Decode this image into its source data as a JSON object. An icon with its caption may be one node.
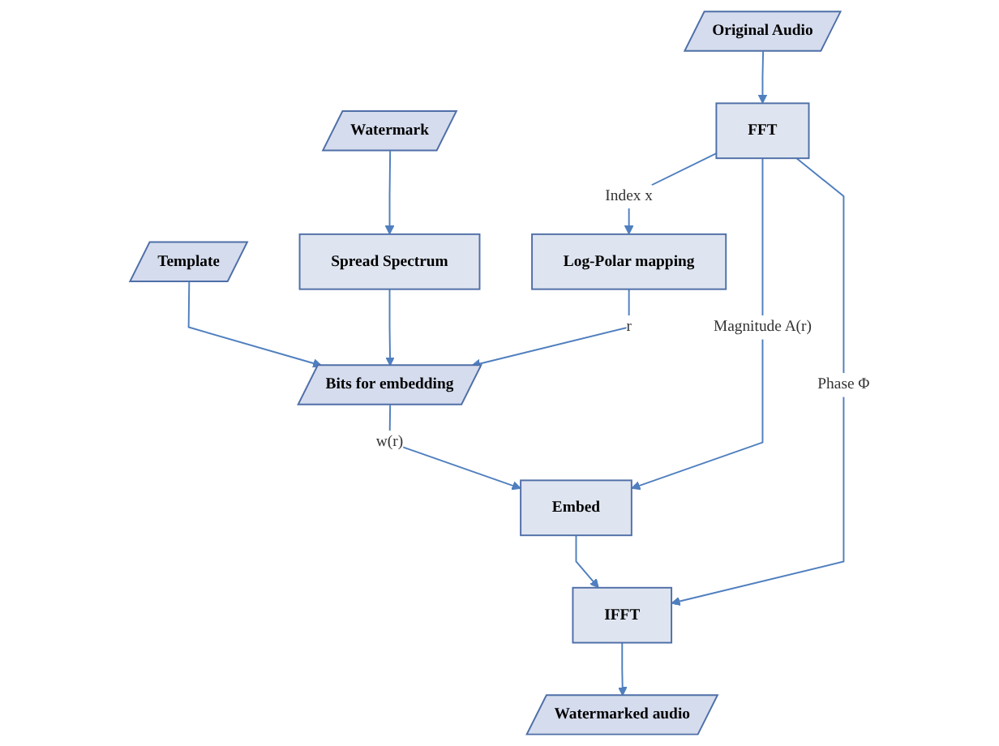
{
  "diagram": {
    "nodes": [
      {
        "text": [
          "Watermark"
        ]
      },
      {
        "text": [
          "Template"
        ]
      },
      {
        "text": [
          "Original Audio"
        ]
      },
      {
        "text": [
          "Spread Spectrum"
        ]
      },
      {
        "text": [
          "FFT"
        ]
      },
      {
        "text": [
          "Bits for embedding"
        ]
      },
      {
        "text": [
          "Log-Polar mapping"
        ]
      },
      {
        "text": [
          "Embed"
        ]
      },
      {
        "text": [
          "IFFT"
        ]
      },
      {
        "text": [
          "Watermarked audio"
        ]
      }
    ],
    "edges": [
      {
        "from": 0,
        "to": 3,
        "arrow": "to"
      },
      {
        "from": 3,
        "to": 5,
        "arrow": "to"
      },
      {
        "from": 1,
        "to": 5,
        "arrow": "to"
      },
      {
        "from": 2,
        "to": 4,
        "arrow": "to"
      },
      {
        "from": 4,
        "to": 6,
        "arrow": "to",
        "label": "Index x"
      },
      {
        "from": 6,
        "to": 5,
        "arrow": "to",
        "label": "r"
      },
      {
        "from": 4,
        "to": 7,
        "arrow": "to",
        "label": "Magnitude A(r)"
      },
      {
        "from": 5,
        "to": 7,
        "arrow": "to",
        "label": "w(r)"
      },
      {
        "from": 4,
        "to": 8,
        "arrow": "to",
        "label": "Phase Φ"
      },
      {
        "from": 7,
        "to": 8,
        "arrow": "to"
      },
      {
        "from": 8,
        "to": 9,
        "arrow": "to"
      }
    ]
  }
}
